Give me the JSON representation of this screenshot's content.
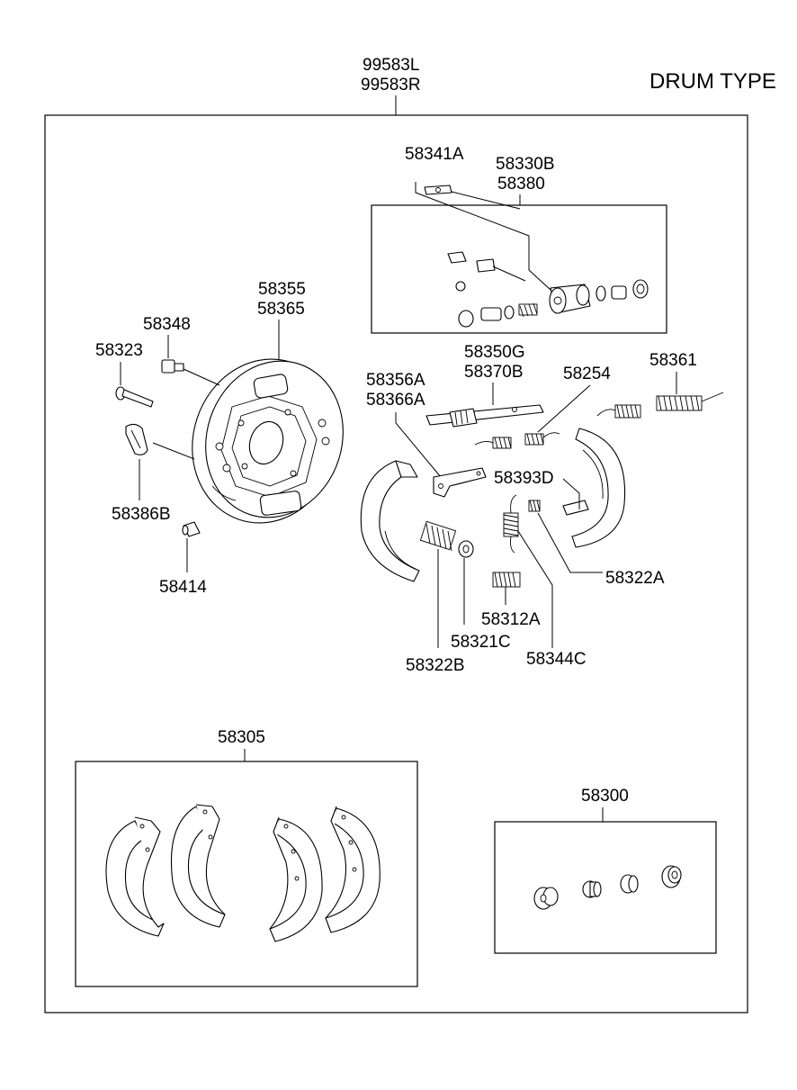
{
  "title": "DRUM TYPE",
  "assembly": {
    "left": "99583L",
    "right": "99583R"
  },
  "labels": {
    "p58341A": "58341A",
    "p58330B": "58330B",
    "p58380": "58380",
    "p58355": "58355",
    "p58365": "58365",
    "p58348": "58348",
    "p58323": "58323",
    "p58386B": "58386B",
    "p58414": "58414",
    "p58350G": "58350G",
    "p58370B": "58370B",
    "p58254": "58254",
    "p58361": "58361",
    "p58356A": "58356A",
    "p58366A": "58366A",
    "p58393D": "58393D",
    "p58322A": "58322A",
    "p58312A": "58312A",
    "p58321C": "58321C",
    "p58344C": "58344C",
    "p58322B": "58322B",
    "p58305": "58305",
    "p58300": "58300"
  }
}
